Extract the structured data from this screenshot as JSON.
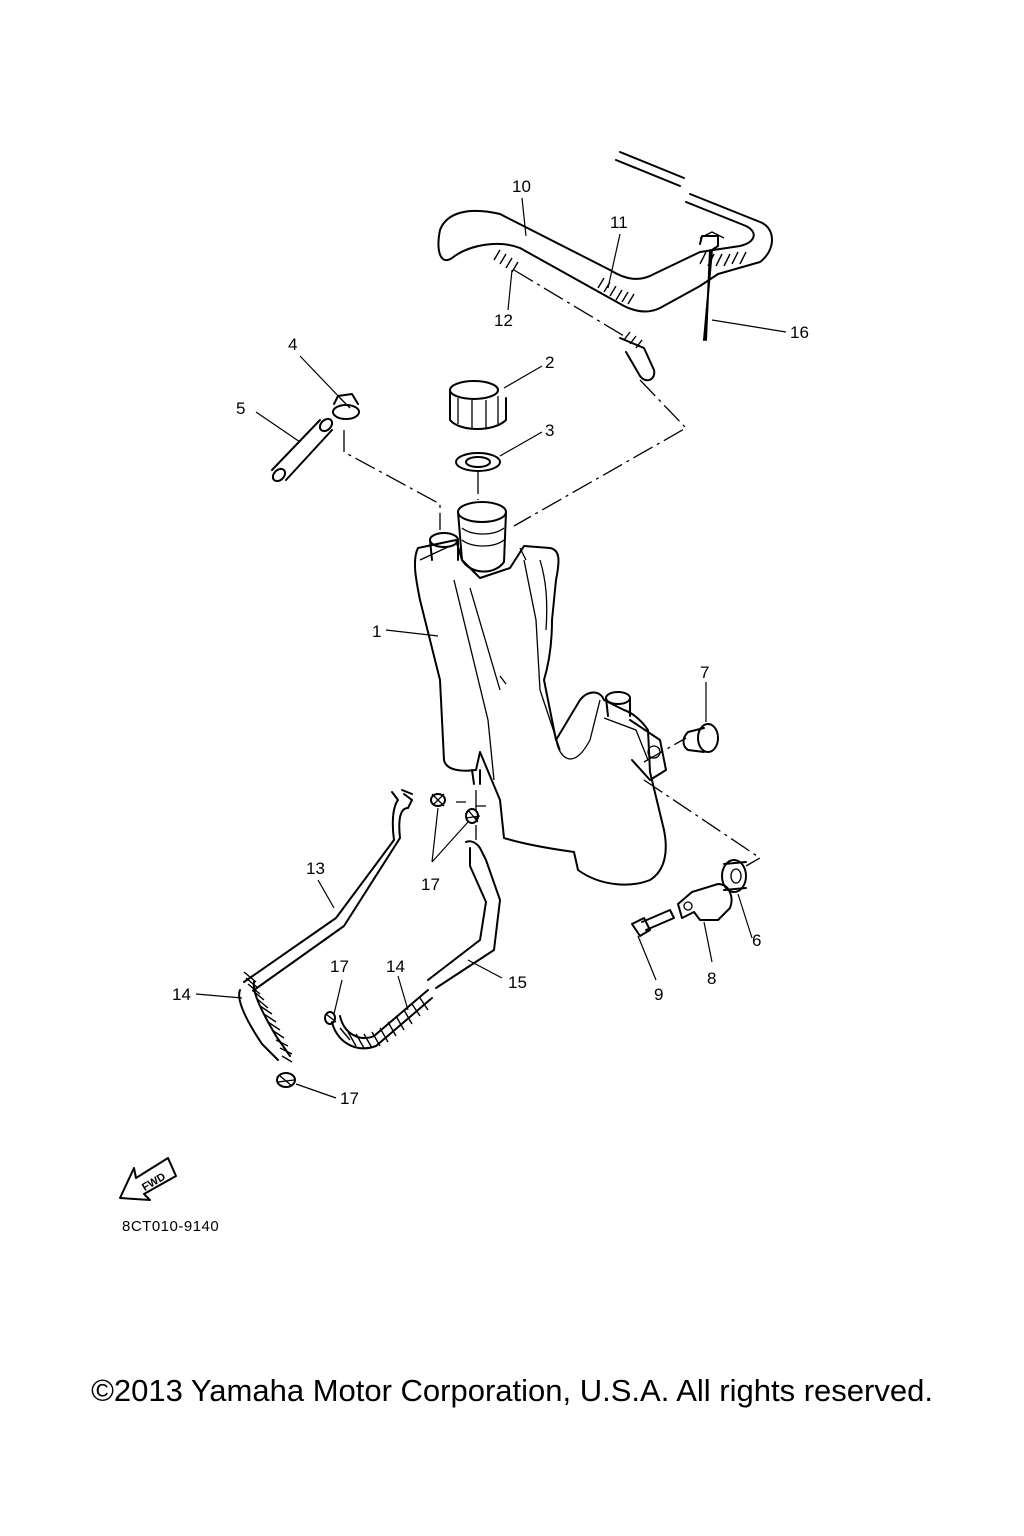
{
  "diagram": {
    "callouts": [
      "1",
      "2",
      "3",
      "4",
      "5",
      "6",
      "7",
      "8",
      "9",
      "10",
      "11",
      "12",
      "13",
      "14",
      "14",
      "15",
      "16",
      "17",
      "17",
      "17",
      "17"
    ],
    "fwd_label": "FWD",
    "reference_code": "8CT010-9140"
  },
  "footer": {
    "copyright": "©2013 Yamaha Motor Corporation, U.S.A. All rights reserved."
  }
}
